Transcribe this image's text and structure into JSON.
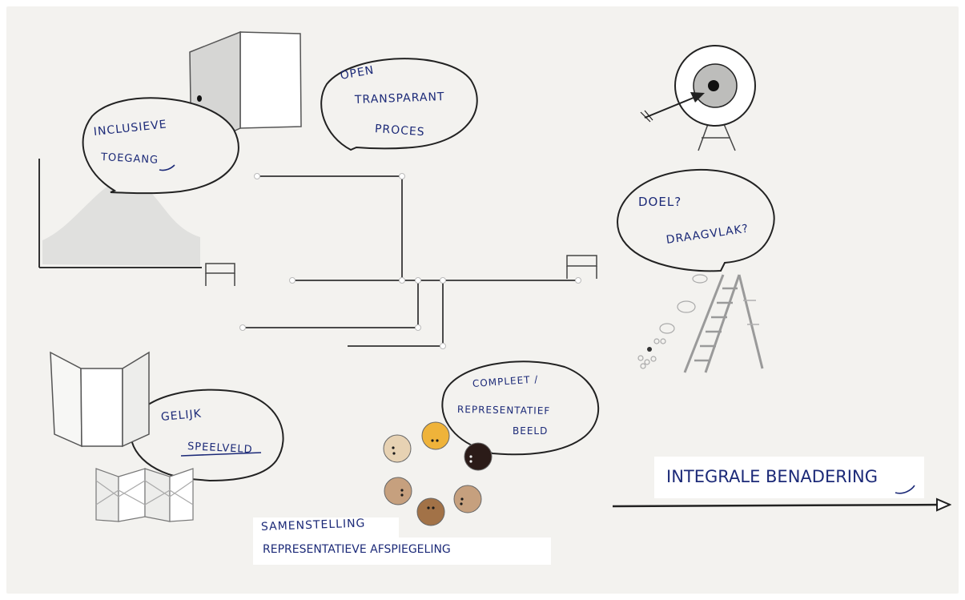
{
  "bubbles": {
    "inclusieve_l1": "INCLUSIEVE",
    "inclusieve_l2": "TOEGANG",
    "open_l1": "OPEN",
    "open_l2": "TRANSPARANT",
    "open_l3": "PROCES",
    "doel": "DOEL?",
    "draagvlak": "DRAAGVLAK?",
    "gelijk_l1": "GELIJK",
    "gelijk_l2": "SPEELVELD",
    "compleet_l1": "COMPLEET /",
    "compleet_l2": "REPRESENTATIEF",
    "compleet_l3": "BEELD"
  },
  "labels": {
    "samenstelling_l1": "SAMENSTELLING",
    "samenstelling_l2": "REPRESENTATIEVE AFSPIEGELING",
    "integrale": "INTEGRALE BENADERING"
  },
  "colors": {
    "background": "#f3f2ef",
    "ink_blue": "#1c2a78",
    "line": "#4a4a4a",
    "face_light": "#e7d2b3",
    "face_yellow": "#efb33a",
    "face_dark": "#2b1b18",
    "face_medium": "#c6a07e",
    "face_brown": "#a27247"
  },
  "icons": [
    "door-icon",
    "target-icon",
    "ladder-icon",
    "folding-screen-icon",
    "map-icon",
    "bell-curve-icon",
    "faces-circle-icon"
  ]
}
